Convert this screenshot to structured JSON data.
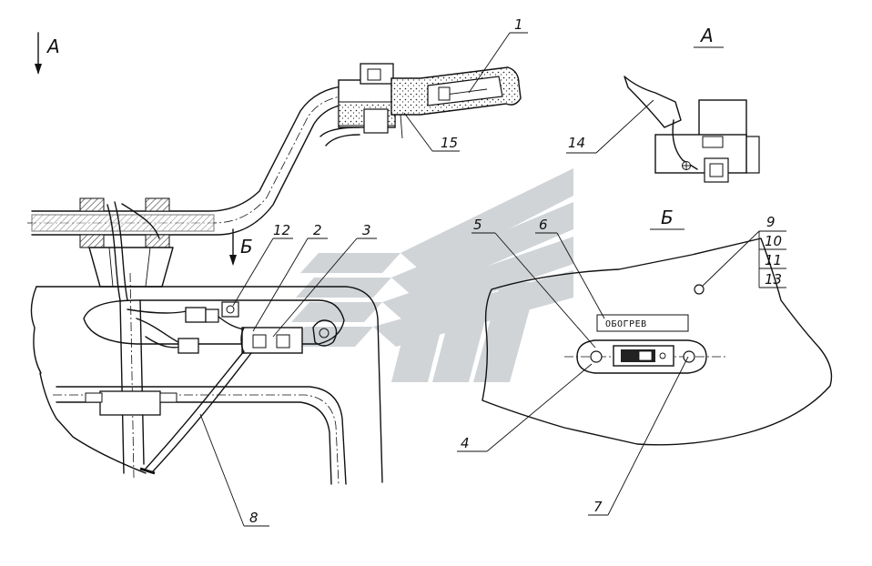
{
  "view_labels": {
    "a_arrow": "А",
    "b_arrow": "Б",
    "a_view_title": "А",
    "b_view_title": "Б"
  },
  "callouts": {
    "c1": "1",
    "c2": "2",
    "c3": "3",
    "c4": "4",
    "c5": "5",
    "c6": "6",
    "c7": "7",
    "c8": "8",
    "c9": "9",
    "c10": "10",
    "c11": "11",
    "c12": "12",
    "c13": "13",
    "c14": "14",
    "c15": "15"
  },
  "plate": {
    "label": "ОБОГРЕВ"
  },
  "colors": {
    "line": "#111111",
    "watermark": "#c9cdd1",
    "panel_hatch": "#9a9a9a",
    "background": "#ffffff"
  }
}
